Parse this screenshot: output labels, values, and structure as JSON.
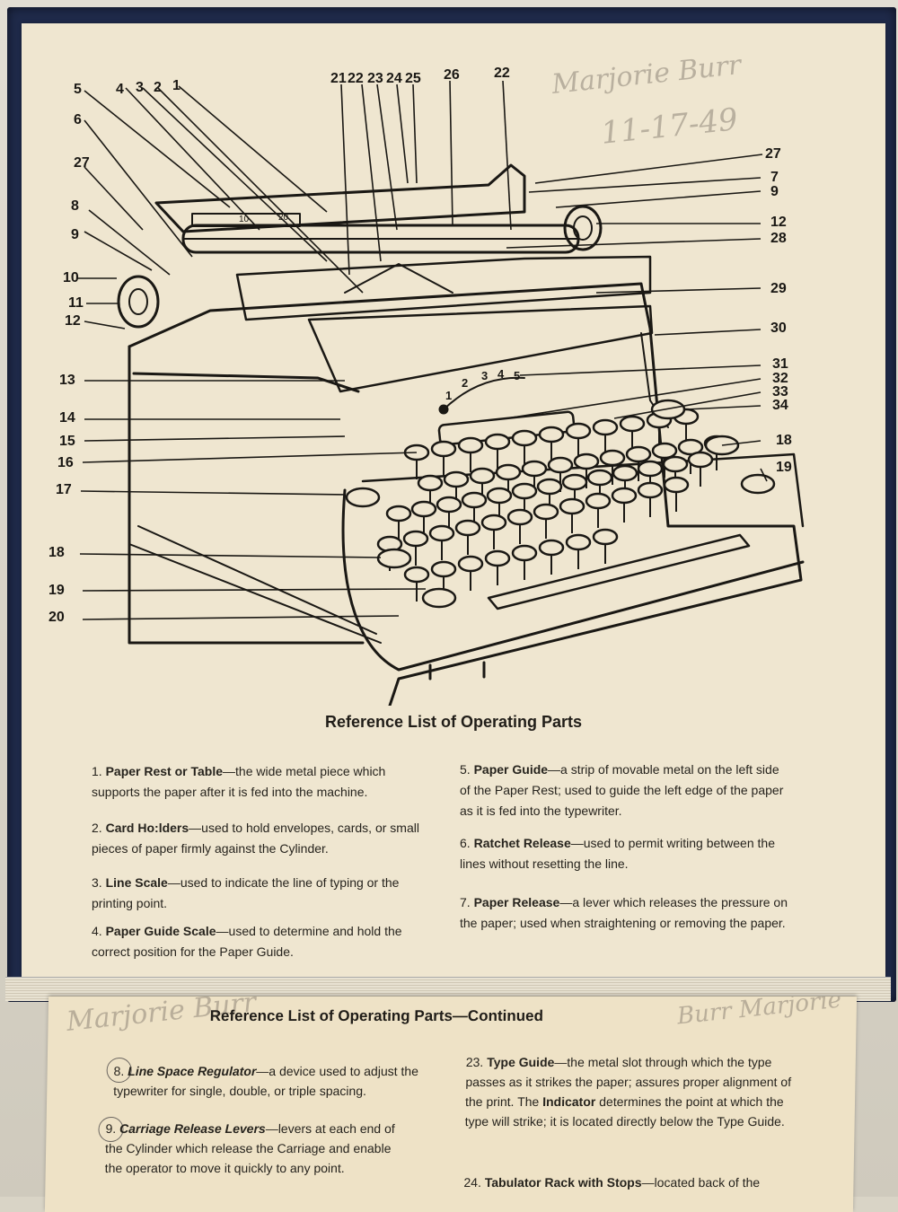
{
  "document": {
    "callouts_left": [
      "5",
      "4",
      "3",
      "2",
      "1",
      "6",
      "27",
      "8",
      "9",
      "10",
      "11",
      "12",
      "13",
      "14",
      "15",
      "16",
      "17",
      "18",
      "19",
      "20"
    ],
    "callouts_top": [
      "21",
      "22",
      "23",
      "24",
      "25",
      "26",
      "22"
    ],
    "callouts_right": [
      "27",
      "7",
      "9",
      "12",
      "28",
      "29",
      "30",
      "31",
      "32",
      "33",
      "34",
      "18",
      "19"
    ],
    "dial_numbers": [
      "1",
      "2",
      "3",
      "4",
      "5"
    ],
    "scale_numbers": [
      "10",
      "20"
    ],
    "reference_title": "Reference List of Operating Parts",
    "entries_left": [
      {
        "num": "1.",
        "term": "Paper Rest or Table",
        "desc": "—the wide metal piece which supports the paper after it is fed into the machine."
      },
      {
        "num": "2.",
        "term": "Card Ho:lders",
        "desc": "—used to hold envelopes, cards, or small pieces of paper firmly against the Cylinder."
      },
      {
        "num": "3.",
        "term": "Line Scale",
        "desc": "—used to indicate the line of typing or the printing point."
      },
      {
        "num": "4.",
        "term": "Paper Guide Scale",
        "desc": "—used to determine and hold the correct position for the Paper Guide."
      }
    ],
    "entries_right": [
      {
        "num": "5.",
        "term": "Paper Guide",
        "desc": "—a strip of movable metal on the left side of the Paper Rest; used to guide the left edge of the paper as it is fed into the typewriter."
      },
      {
        "num": "6.",
        "term": "Ratchet Release",
        "desc": "—used to permit writing between the lines without resetting the line."
      },
      {
        "num": "7.",
        "term": "Paper Release",
        "desc": "—a lever which releases the pressure on the paper; used when straightening or removing the paper."
      }
    ]
  },
  "continued_page": {
    "title": "Reference List of Operating Parts—Continued",
    "entries_left": [
      {
        "num": "8.",
        "term": "Line Space Regulator",
        "desc": "—a device used to adjust the typewriter for single, double, or triple spacing."
      },
      {
        "num": "9.",
        "term": "Carriage Release Levers",
        "desc": "—levers at each end of the Cylinder which release the Carriage and enable the operator to move it quickly to any point."
      }
    ],
    "entries_right": [
      {
        "num": "23.",
        "term": "Type Guide",
        "desc": "—the metal slot through which the type passes as it strikes the paper; assures proper alignment of the print. The ",
        "term2": "Indicator",
        "desc2": " determines the point at which the type will strike; it is located directly below the Type Guide."
      },
      {
        "num": "24.",
        "term": "Tabulator Rack with Stops",
        "desc": "—located back of the"
      }
    ]
  },
  "handwriting": {
    "top_right": "Marjorie Burr",
    "date": "11-17-49",
    "bottom_left": "Marjorie Burr",
    "bottom_right": "Burr Marjorie"
  },
  "colors": {
    "cover": "#1f2a4a",
    "paper": "#efe6d0",
    "ink": "#1a1814"
  }
}
